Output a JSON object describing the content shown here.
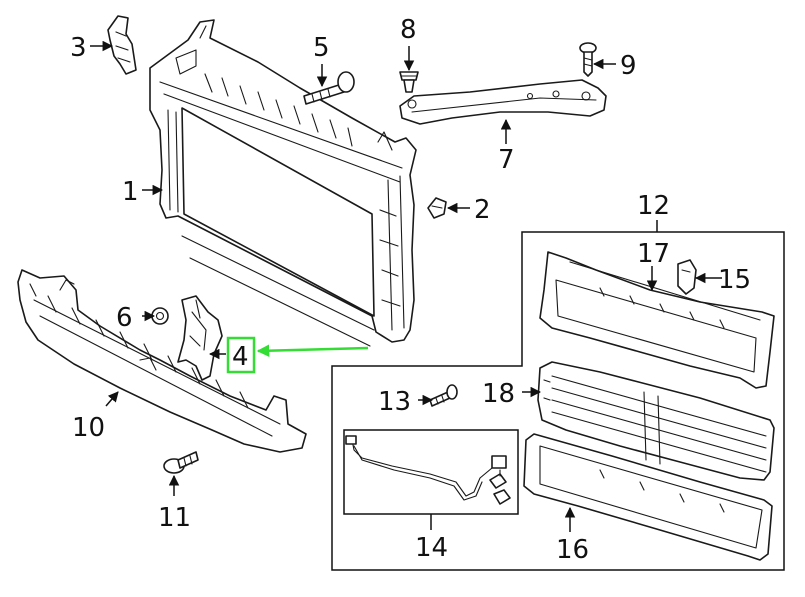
{
  "colors": {
    "line": "#1a1a1a",
    "highlight": "#33dd33",
    "background": "#ffffff"
  },
  "highlighted_part": "4",
  "callouts": {
    "p1": "1",
    "p2": "2",
    "p3": "3",
    "p4": "4",
    "p5": "5",
    "p6": "6",
    "p7": "7",
    "p8": "8",
    "p9": "9",
    "p10": "10",
    "p11": "11",
    "p12": "12",
    "p13": "13",
    "p14": "14",
    "p15": "15",
    "p16": "16",
    "p17": "17",
    "p18": "18"
  }
}
